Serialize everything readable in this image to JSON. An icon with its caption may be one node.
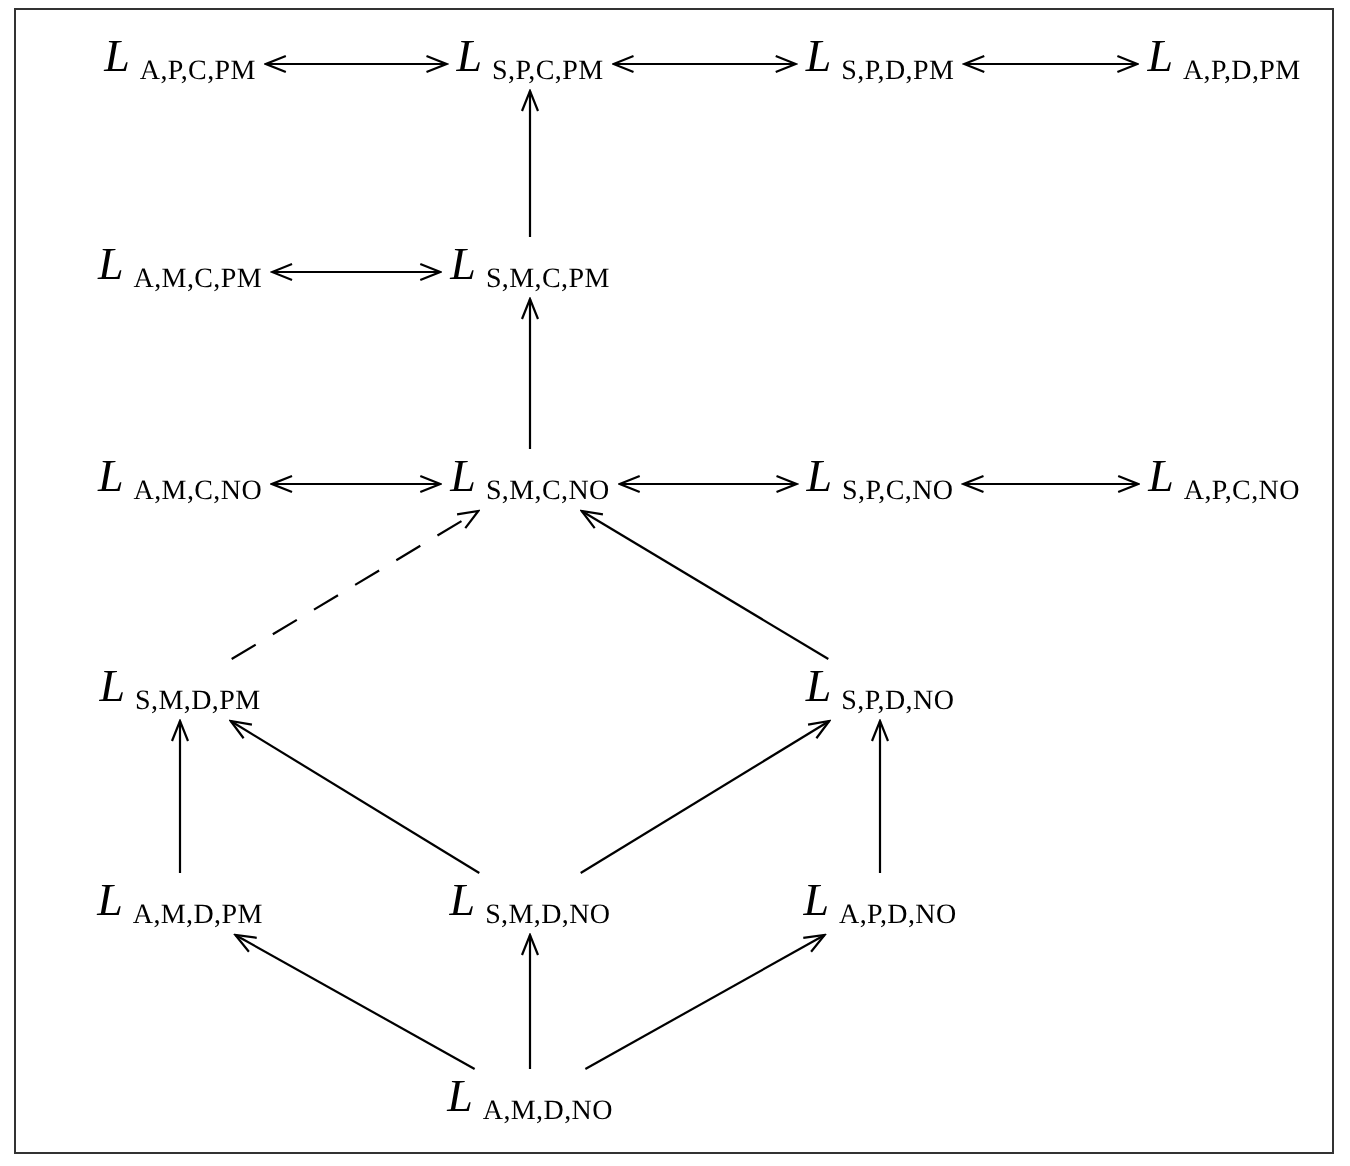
{
  "diagram": {
    "nodes": [
      {
        "text": [
          "*L*$_{A,P,C,PM}$"
        ]
      },
      {
        "text": [
          "*L*$_{S,P,C,PM}$"
        ]
      },
      {
        "text": [
          "*L*$_{S,P,D,PM}$"
        ]
      },
      {
        "text": [
          "*L*$_{A,P,D,PM}$"
        ]
      },
      {
        "text": [
          "*L*$_{A,M,C,PM}$"
        ]
      },
      {
        "text": [
          "*L*$_{S,M,C,PM}$"
        ]
      },
      {
        "text": [
          "*L*$_{A,M,C,NO}$"
        ]
      },
      {
        "text": [
          "*L*$_{S,M,C,NO}$"
        ]
      },
      {
        "text": [
          "*L*$_{S,P,C,NO}$"
        ]
      },
      {
        "text": [
          "*L*$_{A,P,C,NO}$"
        ]
      },
      {
        "text": [
          "*L*$_{S,M,D,PM}$"
        ]
      },
      {
        "text": [
          "*L*$_{S,P,D,NO}$"
        ]
      },
      {
        "text": [
          "*L*$_{A,M,D,PM}$"
        ]
      },
      {
        "text": [
          "*L*$_{S,M,D,NO}$"
        ]
      },
      {
        "text": [
          "*L*$_{A,P,D,NO}$"
        ]
      },
      {
        "text": [
          "*L*$_{A,M,D,NO}$"
        ]
      }
    ],
    "edges": [
      {
        "from": 0,
        "to": 1,
        "arrow": "both"
      },
      {
        "from": 1,
        "to": 2,
        "arrow": "both"
      },
      {
        "from": 2,
        "to": 3,
        "arrow": "both"
      },
      {
        "from": 4,
        "to": 5,
        "arrow": "both"
      },
      {
        "from": 5,
        "to": 1,
        "arrow": "to"
      },
      {
        "from": 7,
        "to": 5,
        "arrow": "to"
      },
      {
        "from": 6,
        "to": 7,
        "arrow": "both"
      },
      {
        "from": 7,
        "to": 8,
        "arrow": "both"
      },
      {
        "from": 8,
        "to": 9,
        "arrow": "both"
      },
      {
        "from": 10,
        "to": 7,
        "arrow": "to",
        "style": "dashed"
      },
      {
        "from": 11,
        "to": 7,
        "arrow": "to"
      },
      {
        "from": 12,
        "to": 10,
        "arrow": "to"
      },
      {
        "from": 13,
        "to": 10,
        "arrow": "to"
      },
      {
        "from": 13,
        "to": 11,
        "arrow": "to"
      },
      {
        "from": 14,
        "to": 11,
        "arrow": "to"
      },
      {
        "from": 15,
        "to": 12,
        "arrow": "to"
      },
      {
        "from": 15,
        "to": 13,
        "arrow": "to"
      },
      {
        "from": 15,
        "to": 14,
        "arrow": "to"
      }
    ]
  }
}
